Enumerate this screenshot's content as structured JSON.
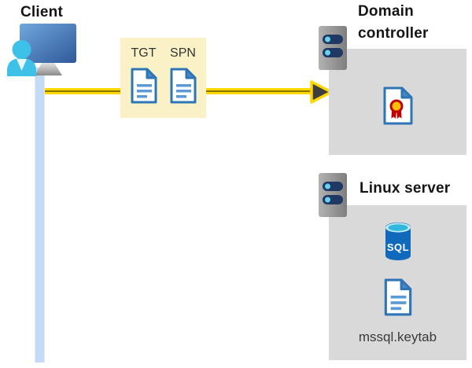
{
  "diagram": {
    "client": {
      "label": "Client"
    },
    "tickets": {
      "tgt_label": "TGT",
      "spn_label": "SPN"
    },
    "domain_controller": {
      "label": "Domain controller"
    },
    "linux_server": {
      "label": "Linux server",
      "sql_label": "SQL",
      "keytab_label": "mssql.keytab"
    }
  },
  "colors": {
    "zone_box_gray": "#D9D9D9",
    "ticket_box_yellow": "#FAF2C6",
    "arrow_yellow": "#FFD800",
    "arrow_core_olive": "#8A7400",
    "arrowhead_gray": "#3E3E3E",
    "document_blue": "#2E75B6",
    "document_line_blue": "#5B9BD5",
    "client_bar_blue": "#C5DBF5",
    "server_slot_navy": "#1F3864",
    "server_led_cyan": "#66D2F0",
    "sql_cylinder_blue": "#1169BC",
    "sql_top_teal": "#2FB8DC",
    "certificate_ribbon_red": "#C00000",
    "certificate_seal_gold": "#FFC000",
    "person_cyan": "#3EC1E8"
  }
}
